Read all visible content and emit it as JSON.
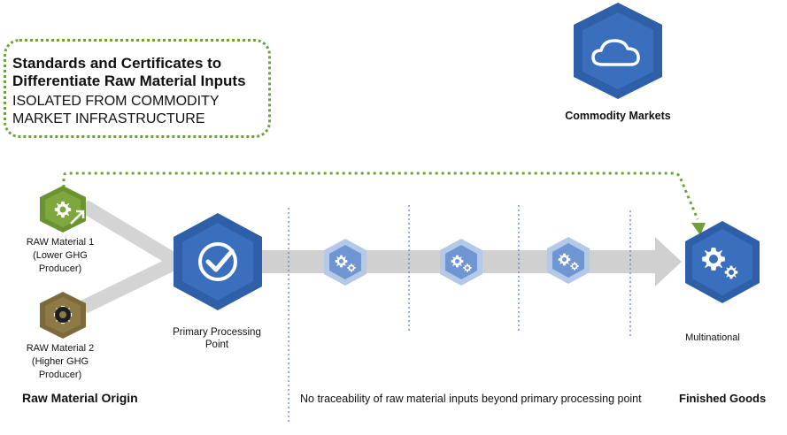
{
  "title": {
    "line1": "Standards and Certificates to",
    "line2": "Differentiate Raw Material Inputs",
    "line3": "ISOLATED FROM COMMODITY",
    "line4": "MARKET INFRASTRUCTURE"
  },
  "commodity_markets": {
    "label": "Commodity Markets",
    "icon": "cloud-icon",
    "color": "#2e5fa8"
  },
  "raw_material_1": {
    "line1": "RAW Material  1",
    "line2": "(Lower GHG",
    "line3": "Producer)",
    "icon": "gear-with-arrow-icon",
    "color": "#6a9431"
  },
  "raw_material_2": {
    "line1": "RAW Material  2",
    "line2": "(Higher GHG",
    "line3": "Producer)",
    "icon": "gear-icon",
    "color": "#7d6a3a"
  },
  "primary_processing": {
    "line1": "Primary Processing",
    "line2": "Point",
    "icon": "checkmark-icon",
    "color": "#2e5fa8"
  },
  "intermediate_steps": {
    "icon": "gears-icon",
    "color": "#8fb0db",
    "count": 3
  },
  "multinational": {
    "label": "Multinational",
    "icon": "gears-icon",
    "color": "#2e5fa8"
  },
  "footer": {
    "origin": "Raw Material Origin",
    "traceability": "No traceability of raw material inputs beyond primary processing point",
    "finished": "Finished Goods"
  },
  "colors": {
    "accent_green": "#70a03a",
    "arrow_gray": "#d0d0d0",
    "divider_blue": "#4a7cc7"
  }
}
